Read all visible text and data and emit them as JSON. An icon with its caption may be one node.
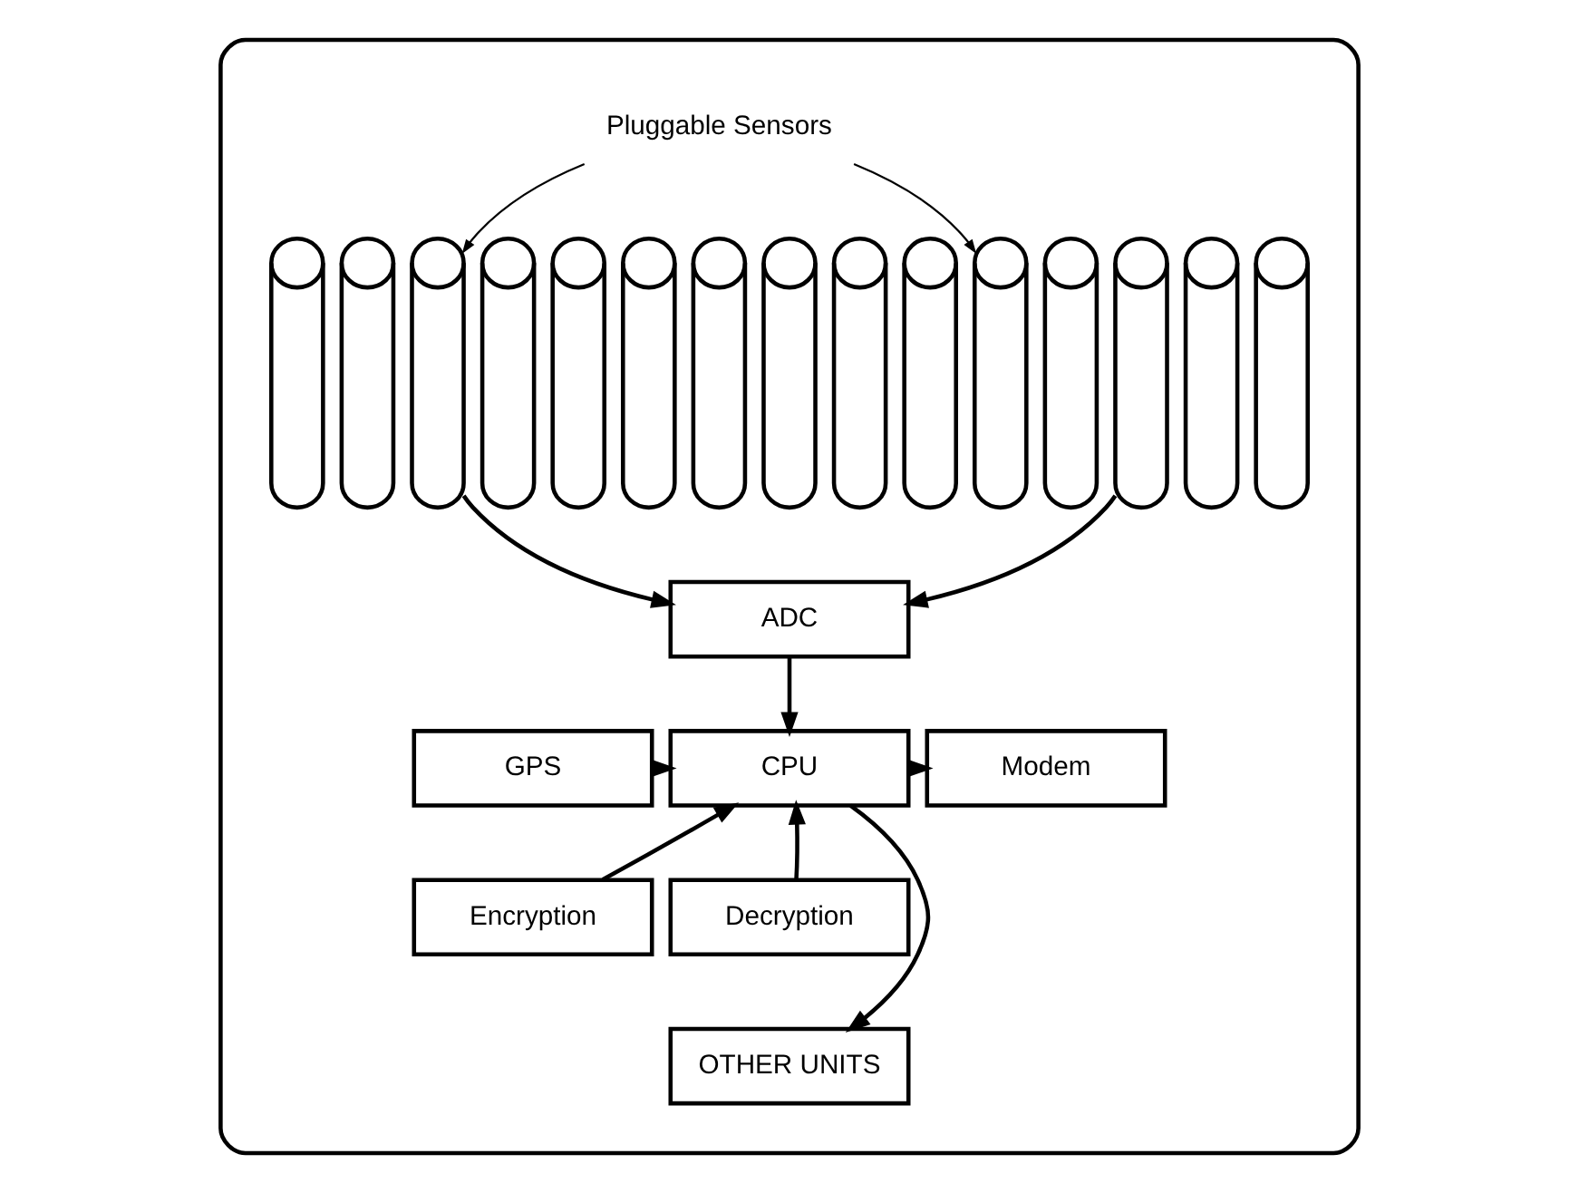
{
  "diagram": {
    "nodes": [
      {
        "text": [],
        "shape": "cylinder"
      },
      {
        "text": [
          "Pluggable Sensors"
        ],
        "in": 0
      },
      {
        "text": [],
        "shape": "cylinder",
        "in": 0
      },
      {
        "text": [],
        "shape": "cylinder",
        "in": 0
      },
      {
        "text": [],
        "shape": "cylinder",
        "in": 0
      },
      {
        "text": [],
        "shape": "cylinder",
        "in": 0
      },
      {
        "text": [],
        "shape": "cylinder",
        "in": 0
      },
      {
        "text": [],
        "shape": "cylinder",
        "in": 0
      },
      {
        "text": [],
        "shape": "cylinder",
        "in": 0
      },
      {
        "text": [],
        "shape": "cylinder",
        "in": 0
      },
      {
        "text": [],
        "shape": "cylinder",
        "in": 0
      },
      {
        "text": [],
        "shape": "cylinder",
        "in": 0
      },
      {
        "text": [],
        "shape": "cylinder",
        "in": 0
      },
      {
        "text": [],
        "shape": "cylinder",
        "in": 0
      },
      {
        "text": [],
        "shape": "cylinder",
        "in": 0
      },
      {
        "text": [],
        "shape": "cylinder",
        "in": 0
      },
      {
        "text": [],
        "shape": "cylinder",
        "in": 0
      },
      {
        "text": [
          "ADC"
        ],
        "in": 0
      },
      {
        "text": [
          "GPS"
        ],
        "in": 0
      },
      {
        "text": [
          "CPU"
        ],
        "in": 0
      },
      {
        "text": [
          "Modem"
        ],
        "in": 0
      },
      {
        "text": [
          "Encryption"
        ],
        "in": 0
      },
      {
        "text": [
          "Decryption"
        ],
        "in": 0
      },
      {
        "text": [
          "OTHER UNITS"
        ],
        "in": 0
      }
    ],
    "edges": [
      {
        "from": 1,
        "to": 4,
        "arrow": "to"
      },
      {
        "from": 1,
        "to": 12,
        "arrow": "to"
      },
      {
        "from": 4,
        "to": 17,
        "arrow": "to"
      },
      {
        "from": 14,
        "to": 17,
        "arrow": "to"
      },
      {
        "from": 17,
        "to": 19,
        "arrow": "to"
      },
      {
        "from": 18,
        "to": 19,
        "arrow": "to"
      },
      {
        "from": 19,
        "to": 20,
        "arrow": "to"
      },
      {
        "from": 21,
        "to": 19,
        "arrow": "to"
      },
      {
        "from": 22,
        "to": 19,
        "arrow": "to"
      },
      {
        "from": 19,
        "to": 23,
        "arrow": "to"
      }
    ]
  }
}
